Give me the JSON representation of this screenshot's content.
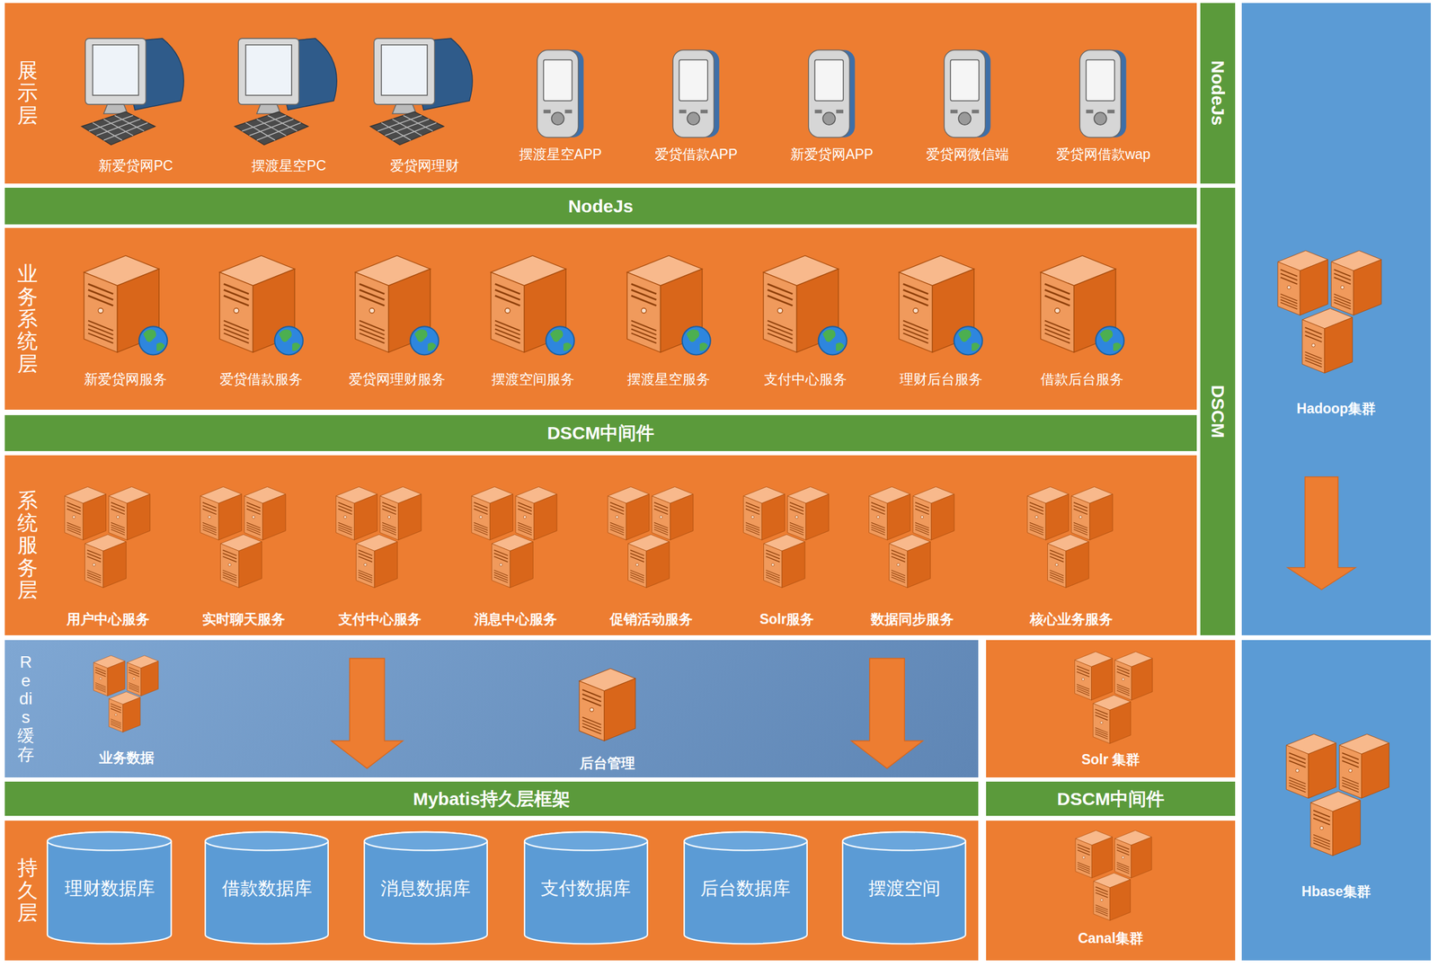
{
  "diagram": {
    "nodes": [
      {
        "text": [
          "展示层"
        ]
      },
      {
        "text": [
          "新爱贷网PC"
        ],
        "in": 0
      },
      {
        "text": [
          "摆渡星空PC"
        ],
        "in": 0
      },
      {
        "text": [
          "爱贷网理财"
        ],
        "in": 0
      },
      {
        "text": [
          "摆渡星空APP"
        ],
        "in": 0
      },
      {
        "text": [
          "爱贷借款APP"
        ],
        "in": 0
      },
      {
        "text": [
          "新爱贷网APP"
        ],
        "in": 0
      },
      {
        "text": [
          "爱贷网微信端"
        ],
        "in": 0
      },
      {
        "text": [
          "爱贷网借款wap"
        ],
        "in": 0
      },
      {
        "text": [
          "NodeJs"
        ]
      },
      {
        "text": [
          "Hadoop集群"
        ]
      },
      {
        "text": [
          "NodeJs"
        ]
      },
      {
        "text": [
          "DSCM"
        ]
      },
      {
        "text": [
          "业务系统层"
        ]
      },
      {
        "text": [
          "新爱贷网服务"
        ],
        "in": 13
      },
      {
        "text": [
          "爱贷借款服务"
        ],
        "in": 13
      },
      {
        "text": [
          "爱贷网理财服务"
        ],
        "in": 13
      },
      {
        "text": [
          "摆渡空间服务"
        ],
        "in": 13
      },
      {
        "text": [
          "摆渡星空服务"
        ],
        "in": 13
      },
      {
        "text": [
          "支付中心服务"
        ],
        "in": 13
      },
      {
        "text": [
          "理财后台服务"
        ],
        "in": 13
      },
      {
        "text": [
          "借款后台服务"
        ],
        "in": 13
      },
      {
        "text": [
          "DSCM中间件"
        ]
      },
      {
        "text": [
          "系统服务层"
        ]
      },
      {
        "text": [
          "用户中心服务"
        ],
        "in": 23
      },
      {
        "text": [
          "实时聊天服务"
        ],
        "in": 23
      },
      {
        "text": [
          "支付中心服务"
        ],
        "in": 23
      },
      {
        "text": [
          "消息中心服务"
        ],
        "in": 23
      },
      {
        "text": [
          "促销活动服务"
        ],
        "in": 23
      },
      {
        "text": [
          "Solr服务"
        ],
        "in": 23
      },
      {
        "text": [
          "数据同步服务"
        ],
        "in": 23
      },
      {
        "text": [
          "核心业务服务"
        ],
        "in": 23
      },
      {
        "text": [
          "Redis缓存"
        ]
      },
      {
        "text": [
          "业务数据"
        ],
        "in": 32
      },
      {
        "text": [
          "后台管理"
        ],
        "in": 32
      },
      {
        "text": [
          "Solr 集群"
        ]
      },
      {
        "text": [
          "Hbase集群"
        ]
      },
      {
        "text": [
          "Mybatis持久层框架"
        ]
      },
      {
        "text": [
          "DSCM中间件"
        ]
      },
      {
        "text": [
          "持久层"
        ]
      },
      {
        "text": [
          "理财数据库"
        ],
        "in": 39
      },
      {
        "text": [
          "借款数据库"
        ],
        "in": 39
      },
      {
        "text": [
          "消息数据库"
        ],
        "in": 39
      },
      {
        "text": [
          "支付数据库"
        ],
        "in": 39
      },
      {
        "text": [
          "后台数据库"
        ],
        "in": 39
      },
      {
        "text": [
          "摆渡空间"
        ],
        "in": 39
      },
      {
        "text": [
          "Canal集群"
        ]
      }
    ]
  }
}
